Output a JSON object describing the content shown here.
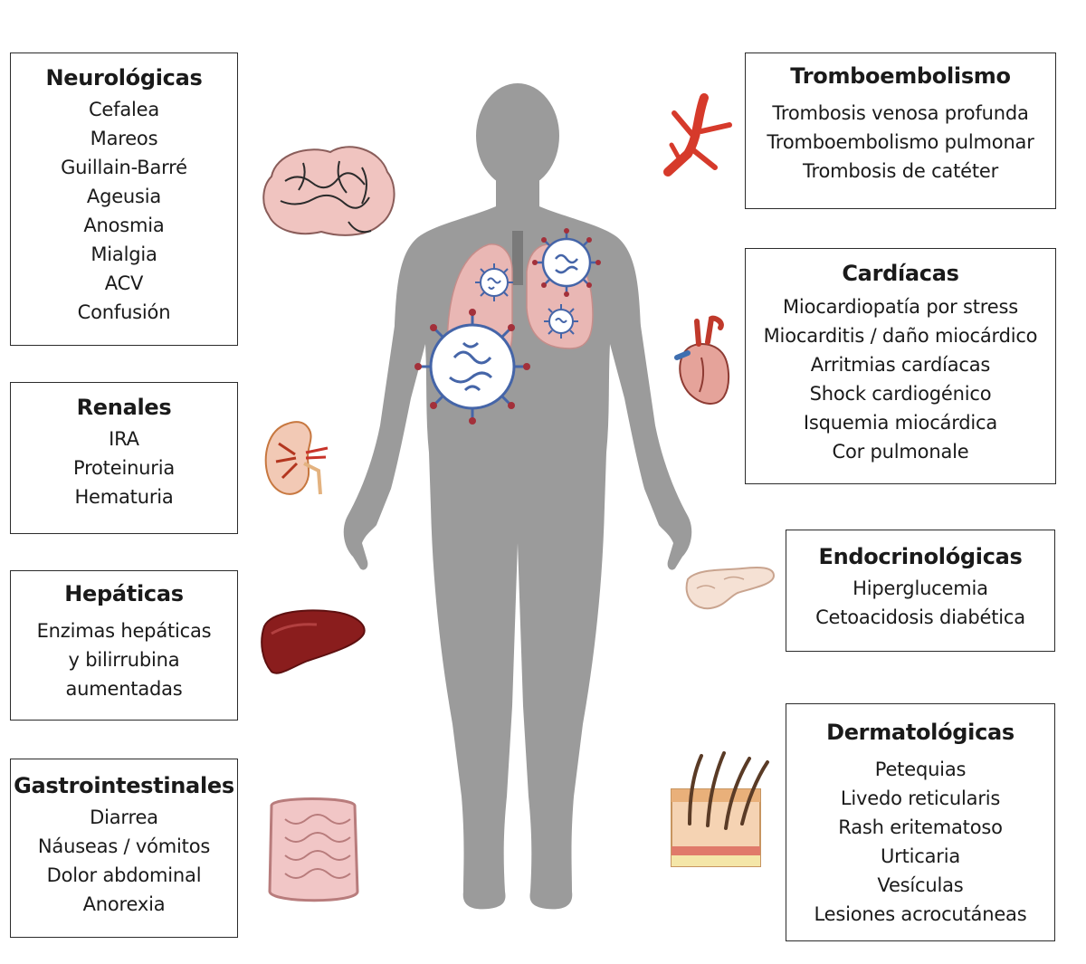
{
  "colors": {
    "body": "#9b9b9b",
    "lung": "#e9b7b4",
    "virus_core": "#ffffff",
    "virus_blue": "#4565a8",
    "virus_red": "#a3303a",
    "vein": "#d63a2b",
    "brain": "#f0c4c0",
    "liver": "#8a1d1d"
  },
  "icons": {
    "brain": "brain-icon",
    "kidney": "kidney-icon",
    "liver": "liver-icon",
    "intestine": "intestine-icon",
    "vein": "vein-icon",
    "heart": "heart-icon",
    "pancreas": "pancreas-icon",
    "skin": "skin-icon",
    "virus": "virus-icon"
  },
  "boxes": {
    "neuro": {
      "title": "Neurológicas",
      "items": [
        "Cefalea",
        "Mareos",
        "Guillain-Barré",
        "Ageusia",
        "Anosmia",
        "Mialgia",
        "ACV",
        "Confusión"
      ]
    },
    "renal": {
      "title": "Renales",
      "items": [
        "IRA",
        "Proteinuria",
        "Hematuria"
      ]
    },
    "hepatic": {
      "title": "Hepáticas",
      "items": [
        "Enzimas hepáticas",
        "y bilirrubina",
        "aumentadas"
      ]
    },
    "gastro": {
      "title": "Gastrointestinales",
      "items": [
        "Diarrea",
        "Náuseas / vómitos",
        "Dolor abdominal",
        "Anorexia"
      ]
    },
    "thrombo": {
      "title": "Tromboembolismo",
      "items": [
        "Trombosis venosa profunda",
        "Tromboembolismo pulmonar",
        "Trombosis de catéter"
      ]
    },
    "cardiac": {
      "title": "Cardíacas",
      "items": [
        "Miocardiopatía por stress",
        "Miocarditis / daño miocárdico",
        "Arritmias cardíacas",
        "Shock cardiogénico",
        "Isquemia miocárdica",
        "Cor pulmonale"
      ]
    },
    "endo": {
      "title": "Endocrinológicas",
      "items": [
        "Hiperglucemia",
        "Cetoacidosis diabética"
      ]
    },
    "derma": {
      "title": "Dermatológicas",
      "items": [
        "Petequias",
        "Livedo reticularis",
        "Rash eritematoso",
        "Urticaria",
        "Vesículas",
        "Lesiones acrocutáneas"
      ]
    }
  }
}
